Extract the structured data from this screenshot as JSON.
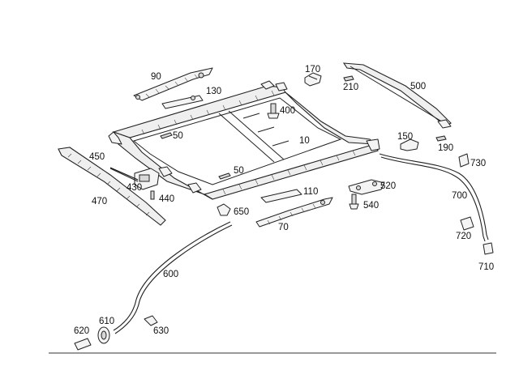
{
  "diagram": {
    "callouts": [
      "10",
      "50",
      "50",
      "70",
      "90",
      "110",
      "130",
      "150",
      "170",
      "190",
      "210",
      "400",
      "430",
      "440",
      "450",
      "470",
      "500",
      "520",
      "540",
      "600",
      "610",
      "620",
      "630",
      "650",
      "700",
      "710",
      "720",
      "730"
    ]
  }
}
